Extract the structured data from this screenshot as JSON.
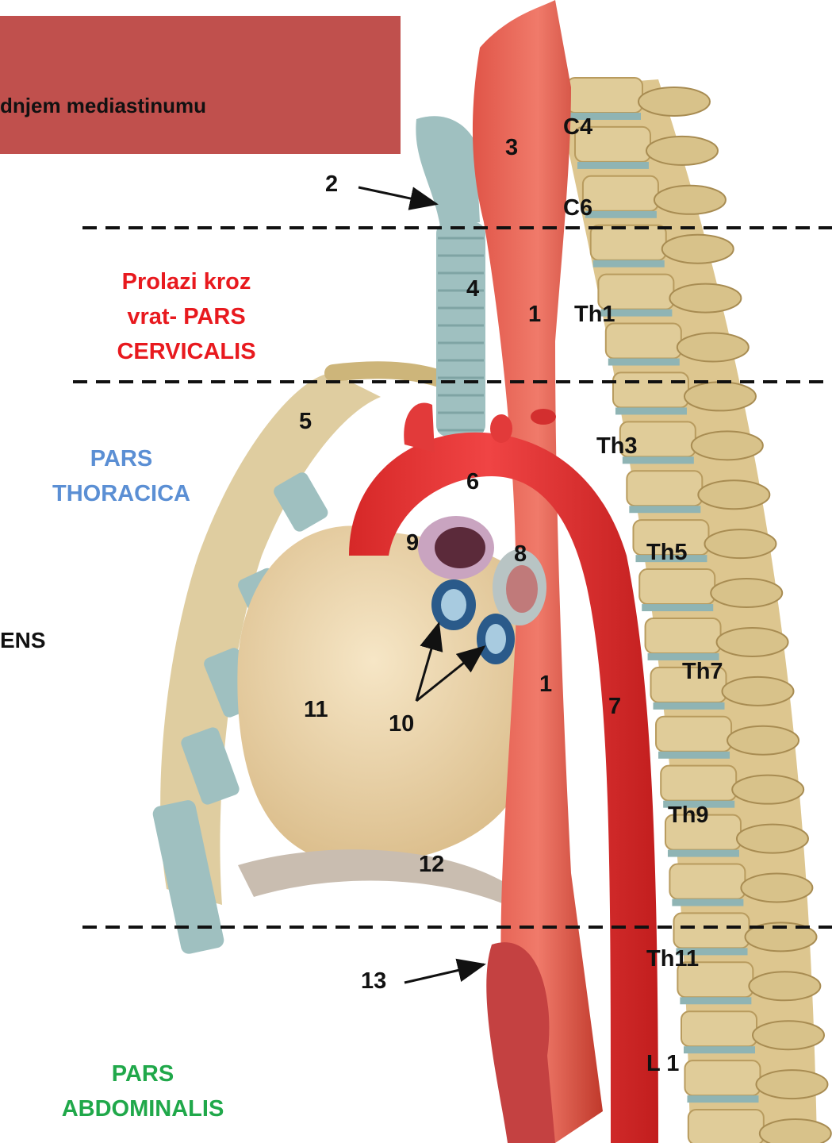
{
  "title": "dnjem mediastinumu",
  "cut_label": "ENS",
  "colors": {
    "title_bg": "#c0504d",
    "cervical": "#e8191e",
    "thoracic": "#5b8fd4",
    "abdominal": "#20a84a",
    "muscle": "#d9443b",
    "aorta": "#e63a3a",
    "bone": "#e0cc99",
    "cartilage": "#9fc0c0",
    "heart": "#ead0a4"
  },
  "regions": {
    "cervical": [
      "Prolazi kroz",
      "vrat- PARS",
      "CERVICALIS"
    ],
    "thoracic": [
      "PARS",
      "THORACICA"
    ],
    "abdominal": [
      "PARS",
      "ABDOMINALIS"
    ]
  },
  "vertebrae": [
    "C4",
    "C6",
    "Th1",
    "Th3",
    "Th5",
    "Th7",
    "Th9",
    "Th11",
    "L 1"
  ],
  "structures": [
    "1",
    "1",
    "2",
    "3",
    "4",
    "5",
    "6",
    "7",
    "8",
    "9",
    "10",
    "11",
    "12",
    "13"
  ]
}
